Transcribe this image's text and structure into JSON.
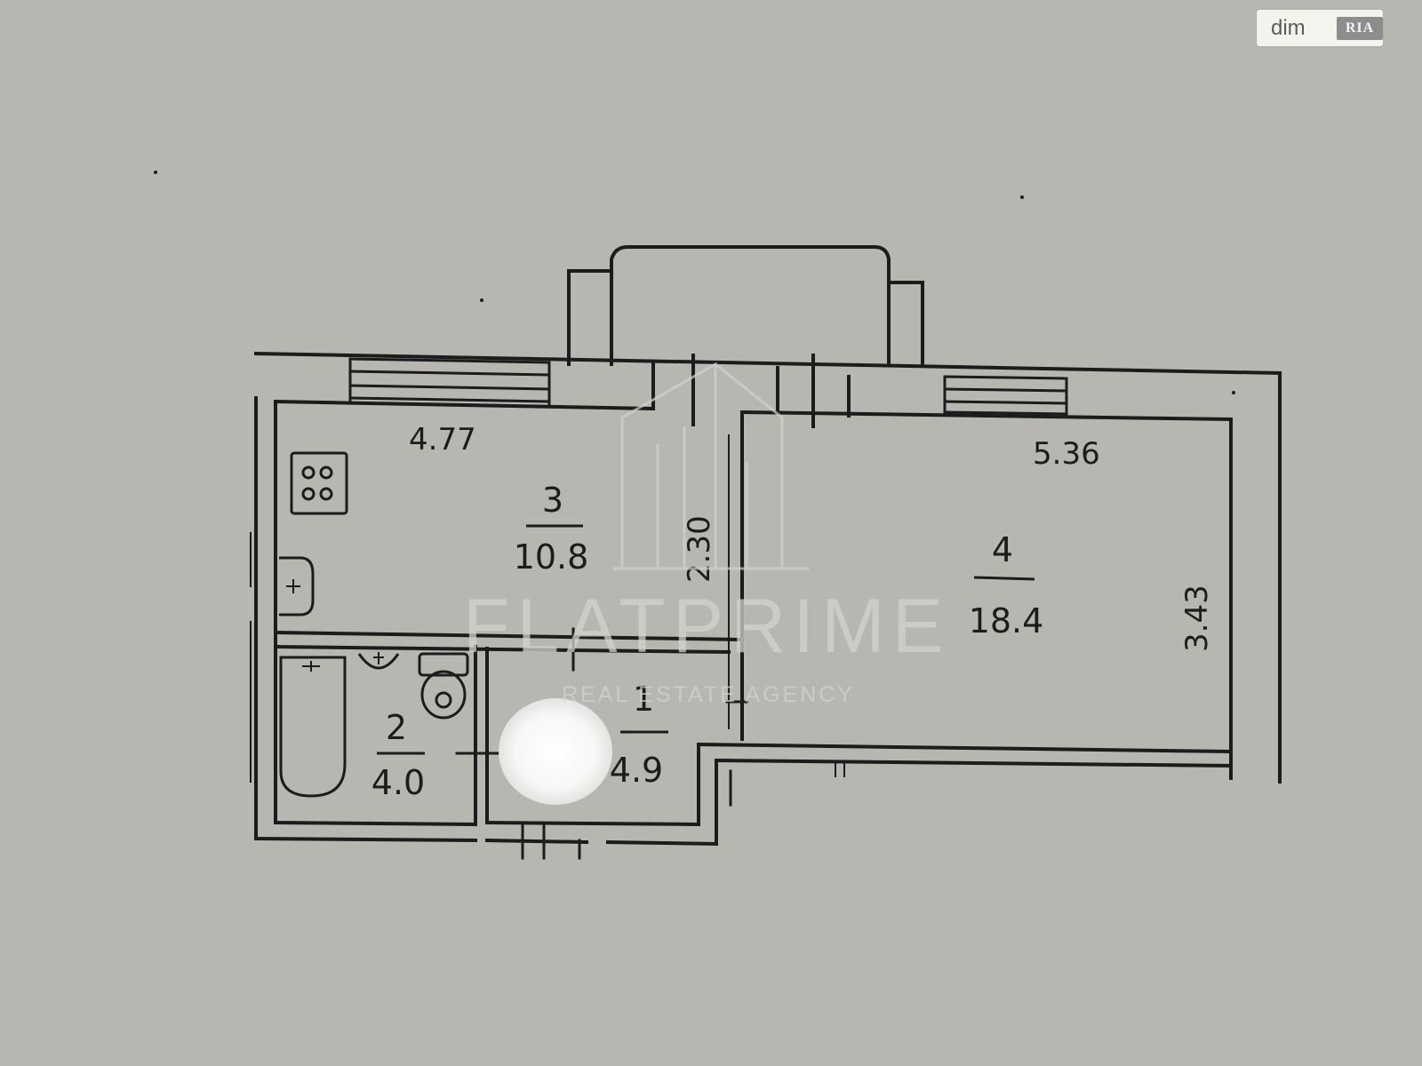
{
  "badge": {
    "site": "dim",
    "brand": "RIA"
  },
  "watermark": {
    "name": "FLATPRIME",
    "tagline": "REAL ESTATE AGENCY"
  },
  "dimensions": {
    "kitchen_width": "4.77",
    "kitchen_depth": "2.30",
    "room_width": "5.36",
    "room_depth": "3.43"
  },
  "rooms": [
    {
      "number": "1",
      "area": "4.9"
    },
    {
      "number": "2",
      "area": "4.0"
    },
    {
      "number": "3",
      "area": "10.8"
    },
    {
      "number": "4",
      "area": "18.4"
    }
  ],
  "colors": {
    "paper": "#b4b3ae",
    "ink": "#1c1c1c",
    "watermark": "#d3d2ce"
  }
}
